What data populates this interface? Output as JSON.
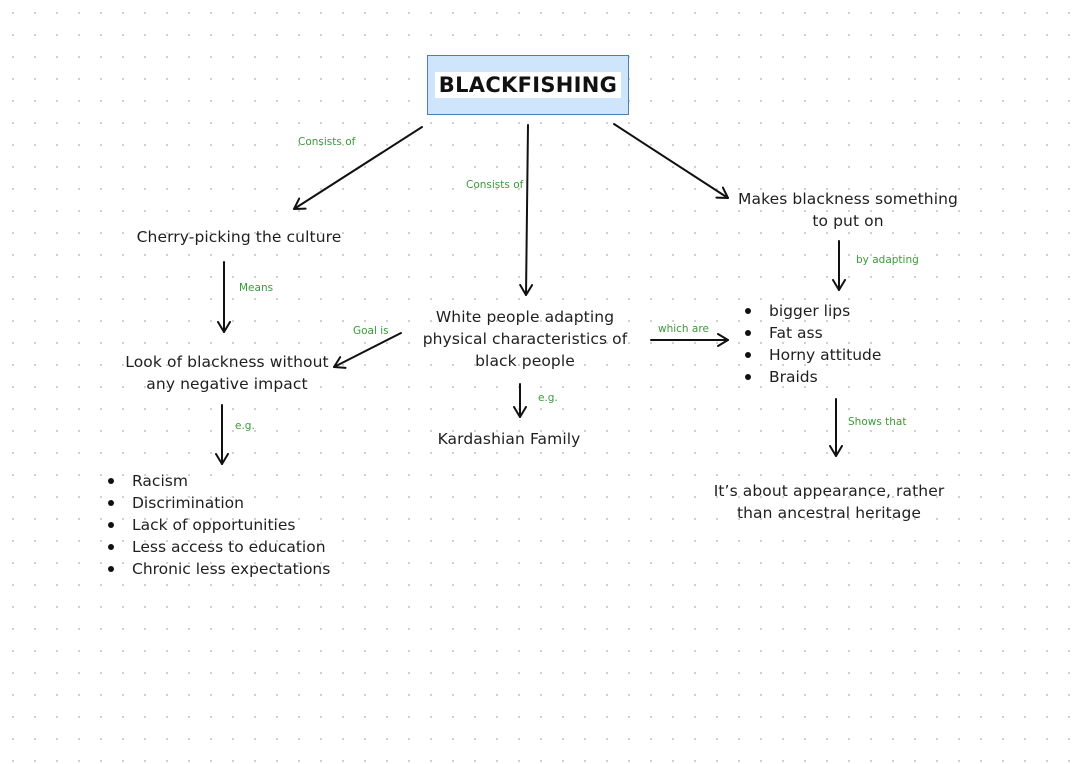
{
  "title": "BLACKFISHING",
  "nodes": {
    "cherry_picking": "Cherry-picking the culture",
    "white_people": "White people adapting physical characteristics of black people",
    "makes_blackness": "Makes blackness something to put on",
    "look_of_blackness": "Look of blackness without any negative impact",
    "kardashian": "Kardashian Family",
    "appearance": "It’s about appearance, rather than ancestral heritage"
  },
  "lists": {
    "negative_impacts": [
      "Racism",
      "Discrimination",
      "Lack of opportunities",
      "Less access to education",
      "Chronic less expectations"
    ],
    "characteristics": [
      "bigger lips",
      "Fat ass",
      "Horny attitude",
      "Braids"
    ]
  },
  "edge_labels": {
    "consists_of_left": "Consists of",
    "consists_of_center": "Consists of",
    "means": "Means",
    "goal_is": "Goal is",
    "which_are": "which are",
    "eg_left": "e.g.",
    "eg_center": "e.g.",
    "by_adapting": "by adapting",
    "shows_that": "Shows that"
  },
  "colors": {
    "title_fill": "#cfe5fb",
    "title_border": "#4a7fb5",
    "edge_label": "#3a9a3a",
    "arrow": "#111111"
  }
}
